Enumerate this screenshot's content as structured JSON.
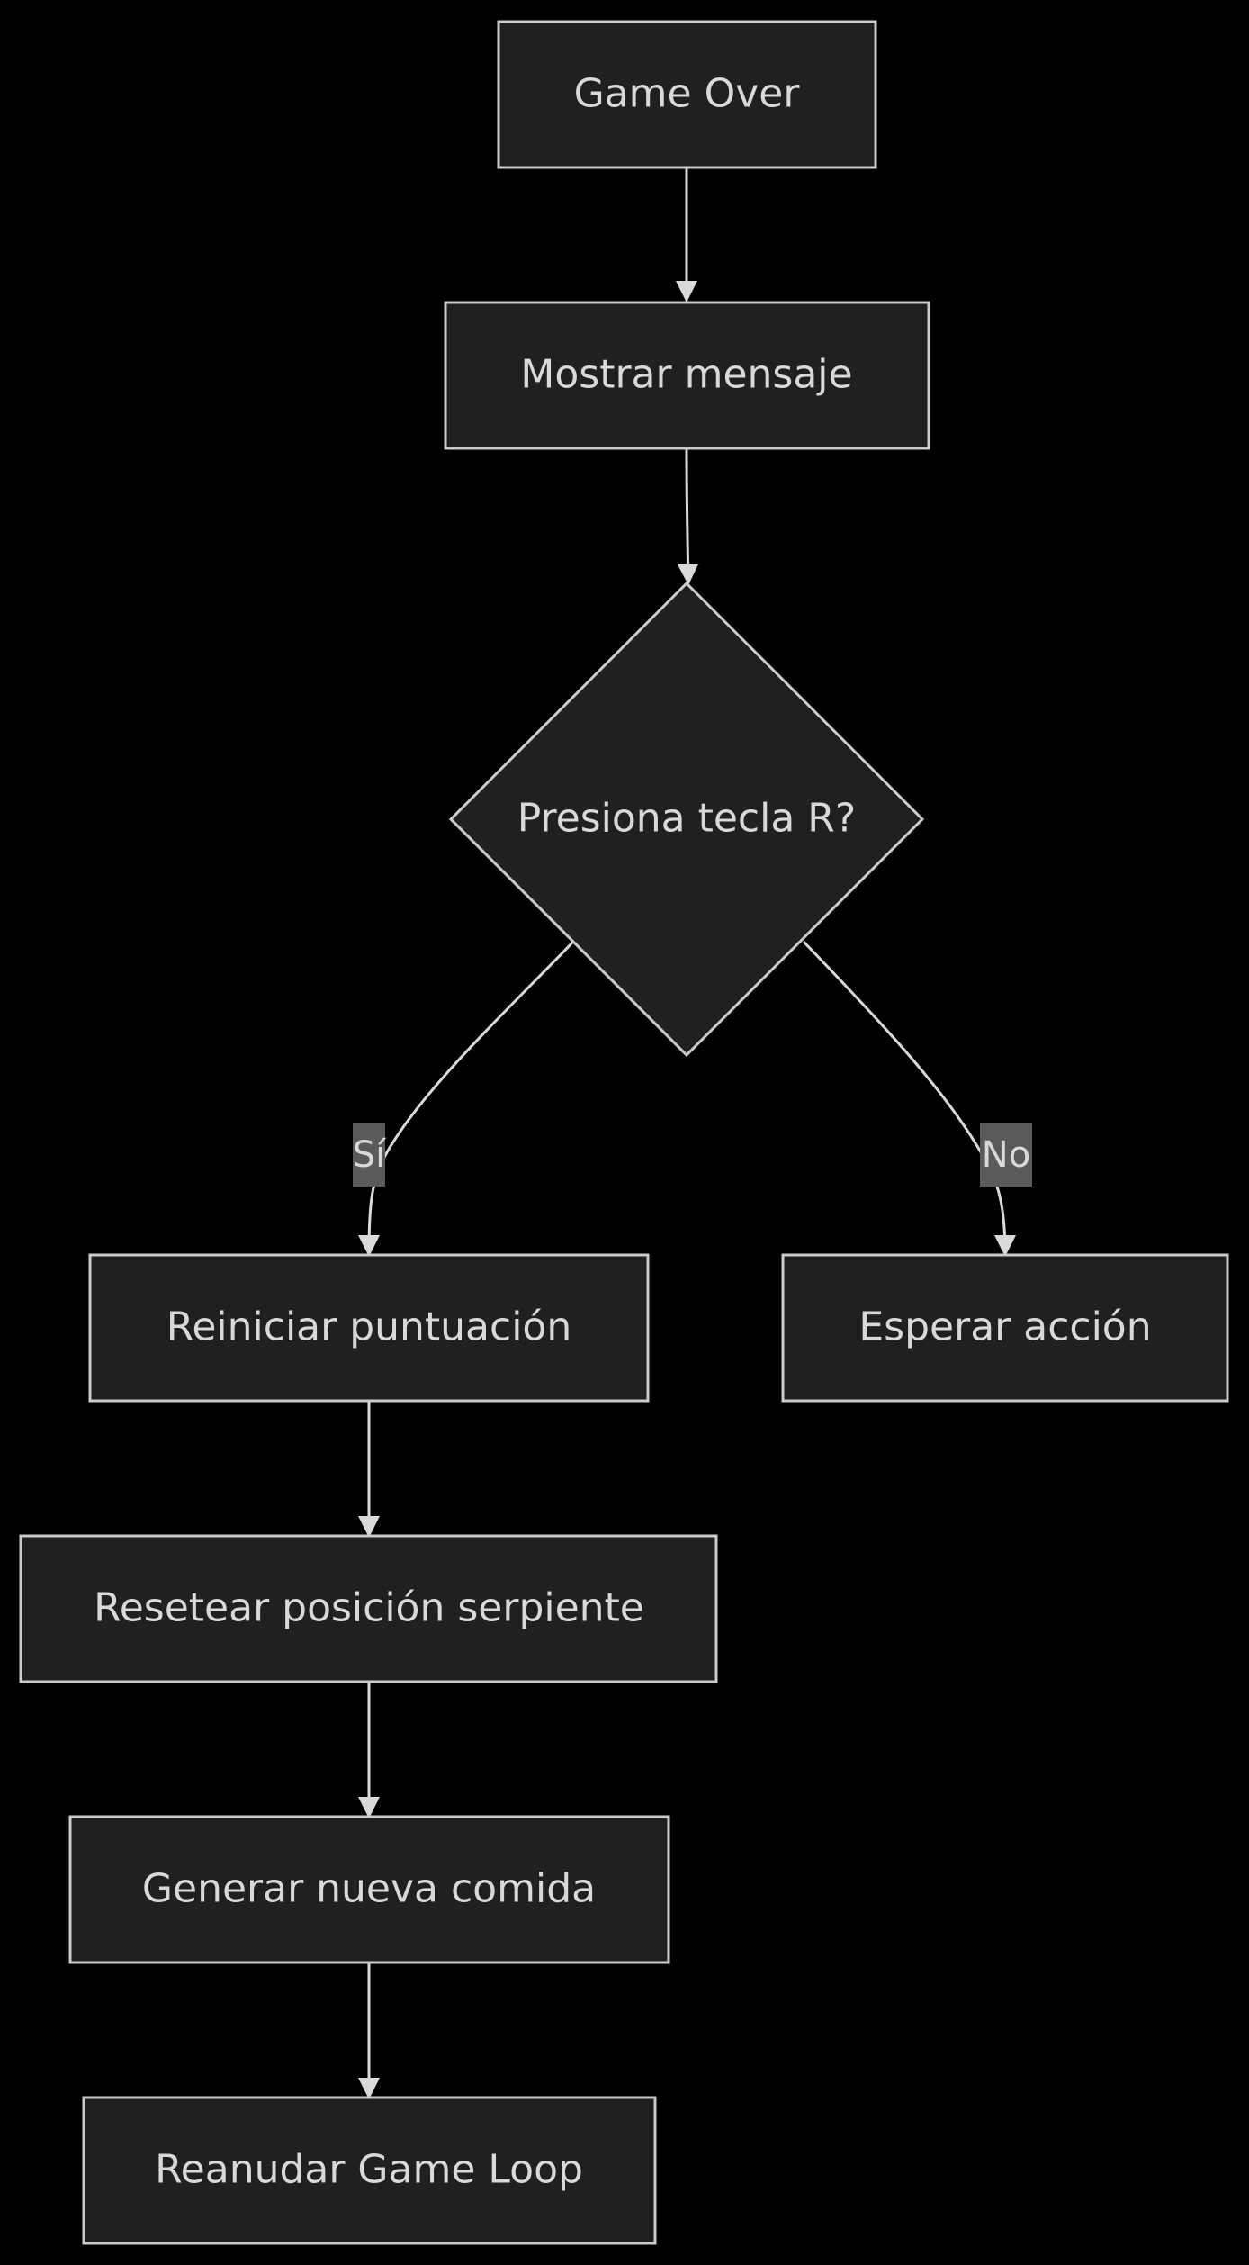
{
  "diagram": {
    "nodes": {
      "game_over": "Game Over",
      "mostrar_mensaje": "Mostrar mensaje",
      "decision": "Presiona tecla R?",
      "reiniciar": "Reiniciar puntuación",
      "esperar": "Esperar acción",
      "resetear": "Resetear posición serpiente",
      "generar": "Generar nueva comida",
      "reanudar": "Reanudar Game Loop"
    },
    "edges": {
      "yes_label": "Sí",
      "no_label": "No"
    }
  },
  "colors": {
    "background": "#000000",
    "node_fill": "#1f2020",
    "node_stroke": "#cccccc",
    "text": "#d9d9d9",
    "edge_label_bg": "#5a5a5a"
  }
}
